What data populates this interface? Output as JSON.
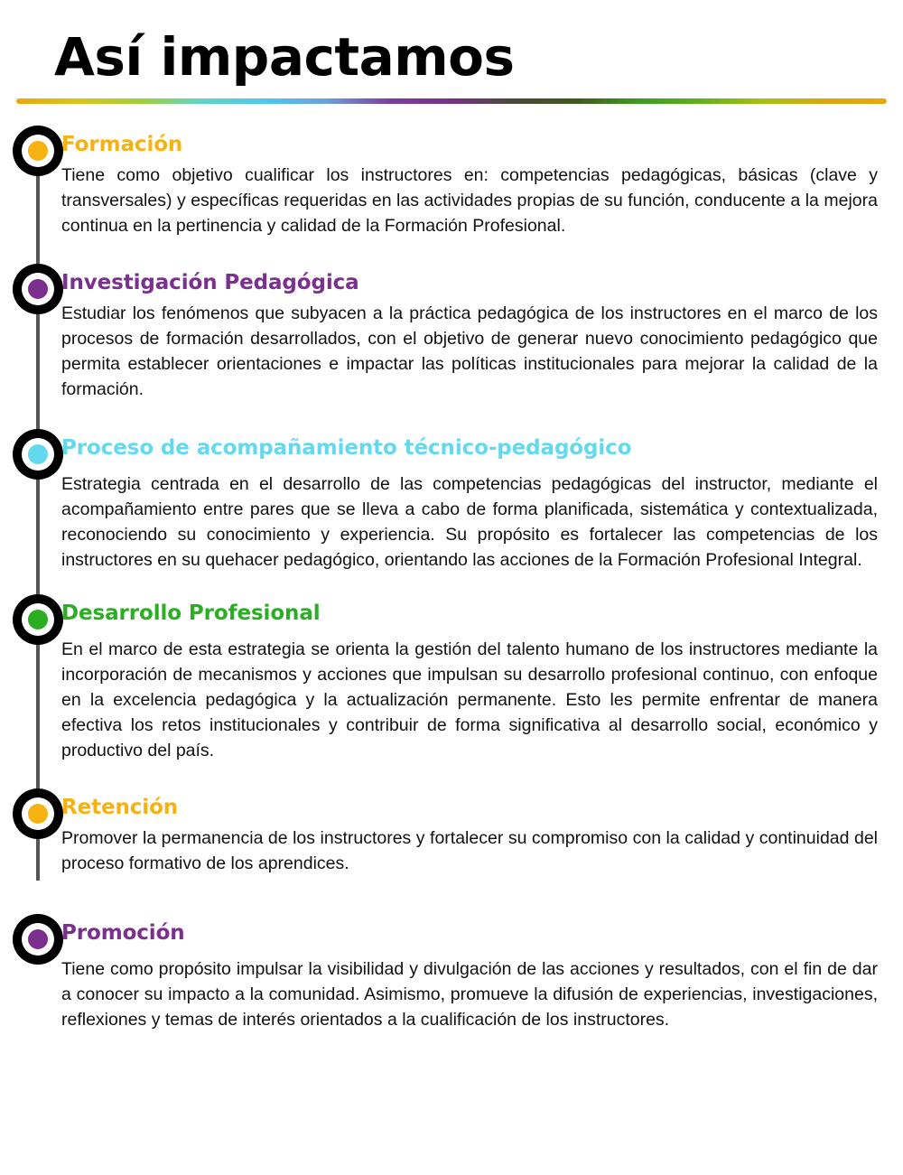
{
  "header": {
    "title": "Así impactamos",
    "divider_gradient": [
      "#e8a80c",
      "#d9c41a",
      "#9fcf3a",
      "#5fd4c8",
      "#4ec8ea",
      "#6ba0d8",
      "#7b3f9d",
      "#7a2f86",
      "#4a4a3a",
      "#3f5a1e",
      "#3f9a1f",
      "#5fb01a",
      "#a8c010",
      "#d8a80c",
      "#e8a80c"
    ]
  },
  "timeline": {
    "rail_color": "#555555",
    "entries": [
      {
        "id": "formacion",
        "heading": "Formación",
        "color": "#f6b210",
        "body": "Tiene como objetivo cualificar los instructores en: competencias pedagógicas, básicas (clave y transversales) y específicas requeridas en las actividades propias de su función, conducente a la mejora continua en la pertinencia y calidad de la Formación Profesional."
      },
      {
        "id": "investigacion-pedagogica",
        "heading": "Investigación Pedagógica",
        "color": "#7b2f8e",
        "body": "Estudiar los fenómenos que subyacen a la práctica pedagógica de los instructores en el marco de los procesos de formación desarrollados, con el objetivo de generar nuevo conocimiento pedagógico que permita establecer orientaciones e impactar las políticas institucionales para mejorar la calidad de la formación."
      },
      {
        "id": "acompanamiento-tecnico-pedagogico",
        "heading": "Proceso de acompañamiento técnico-pedagógico",
        "color": "#63d9ef",
        "body": "Estrategia centrada en el desarrollo de las competencias pedagógicas del instructor, mediante el acompañamiento entre pares que se lleva a cabo de forma planificada, sistemática y contextualizada, reconociendo su conocimiento y experiencia. Su propósito es fortalecer las competencias de los instructores en su quehacer pedagógico, orientando las acciones de la Formación Profesional Integral."
      },
      {
        "id": "desarrollo-profesional",
        "heading": "Desarrollo Profesional",
        "color": "#2bae24",
        "body": "En el marco de esta estrategia se orienta la gestión del talento humano de los instructores mediante la incorporación de mecanismos y acciones que impulsan su desarrollo profesional continuo, con enfoque en la excelencia pedagógica y la actualización permanente. Esto les permite enfrentar de manera efectiva los retos institucionales y contribuir de forma significativa al desarrollo social, económico y productivo del país."
      },
      {
        "id": "retencion",
        "heading": "Retención",
        "color": "#f6b210",
        "body": "Promover la permanencia de los instructores y fortalecer su compromiso con la calidad y continuidad del proceso formativo de los aprendices."
      },
      {
        "id": "promocion",
        "heading": "Promoción",
        "color": "#7b2f8e",
        "body": "Tiene como propósito impulsar la visibilidad y divulgación de las acciones y resultados, con el fin de dar a conocer su impacto a la comunidad. Asimismo, promueve la difusión de experiencias, investigaciones, reflexiones y temas de interés orientados a la cualificación de los instructores."
      }
    ]
  }
}
